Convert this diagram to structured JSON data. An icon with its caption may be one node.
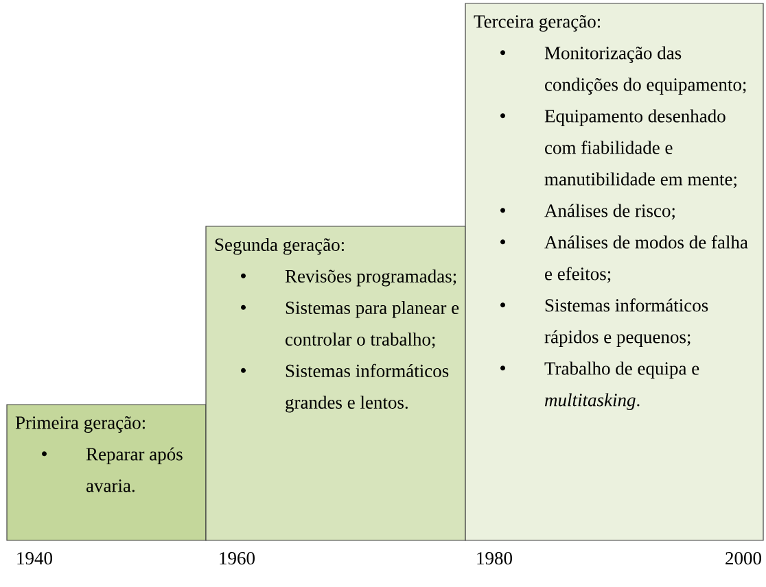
{
  "diagram": {
    "nodes": [
      {
        "text": [
          "Primeira geração:",
          "Reparar após avaria."
        ]
      },
      {
        "text": [
          "Segunda geração:",
          "Revisões programadas;",
          "Sistemas para planear e controlar o trabalho;",
          "Sistemas informáticos grandes e lentos."
        ]
      },
      {
        "text": [
          "Terceira geração:",
          "Monitorização das condições do equipamento;",
          "Equipamento desenhado com fiabilidade e manutibilidade em mente;",
          "Análises de risco;",
          "Análises de modos de falha e efeitos;",
          "Sistemas informáticos rápidos e pequenos;",
          "Trabalho de equipa e *multitasking*."
        ]
      }
    ],
    "labels": [
      "1940",
      "1960",
      "1980",
      "2000"
    ]
  }
}
